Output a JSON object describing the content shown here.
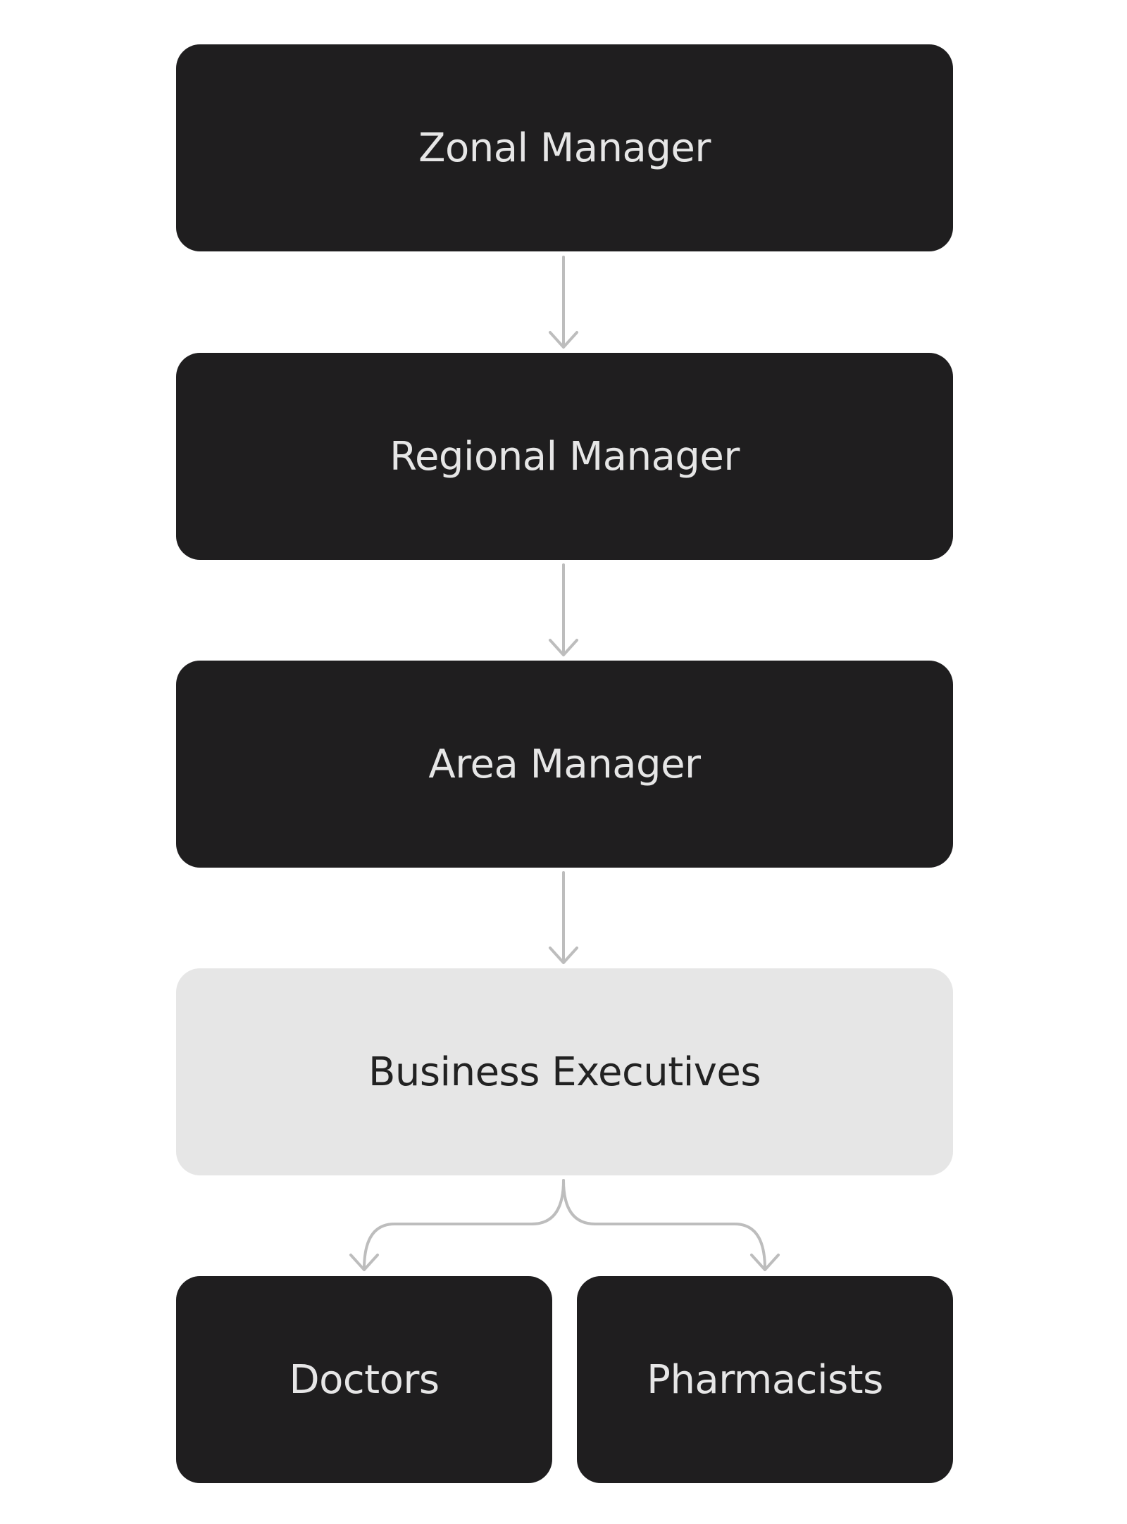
{
  "diagram": {
    "nodes": [
      {
        "id": "zonal",
        "label": "Zonal Manager",
        "style": "dark"
      },
      {
        "id": "regional",
        "label": "Regional Manager",
        "style": "dark"
      },
      {
        "id": "area",
        "label": "Area Manager",
        "style": "dark"
      },
      {
        "id": "business",
        "label": "Business Executives",
        "style": "light"
      },
      {
        "id": "doctors",
        "label": "Doctors",
        "style": "dark"
      },
      {
        "id": "pharmacists",
        "label": "Pharmacists",
        "style": "dark"
      }
    ],
    "edges": [
      {
        "from": "zonal",
        "to": "regional"
      },
      {
        "from": "regional",
        "to": "area"
      },
      {
        "from": "area",
        "to": "business"
      },
      {
        "from": "business",
        "to": "doctors"
      },
      {
        "from": "business",
        "to": "pharmacists"
      }
    ]
  },
  "colors": {
    "dark_box": "#1f1e1f",
    "dark_box_text": "#e6e6e6",
    "light_box": "#e6e6e6",
    "light_box_text": "#222222",
    "connector": "#bdbdbd"
  }
}
